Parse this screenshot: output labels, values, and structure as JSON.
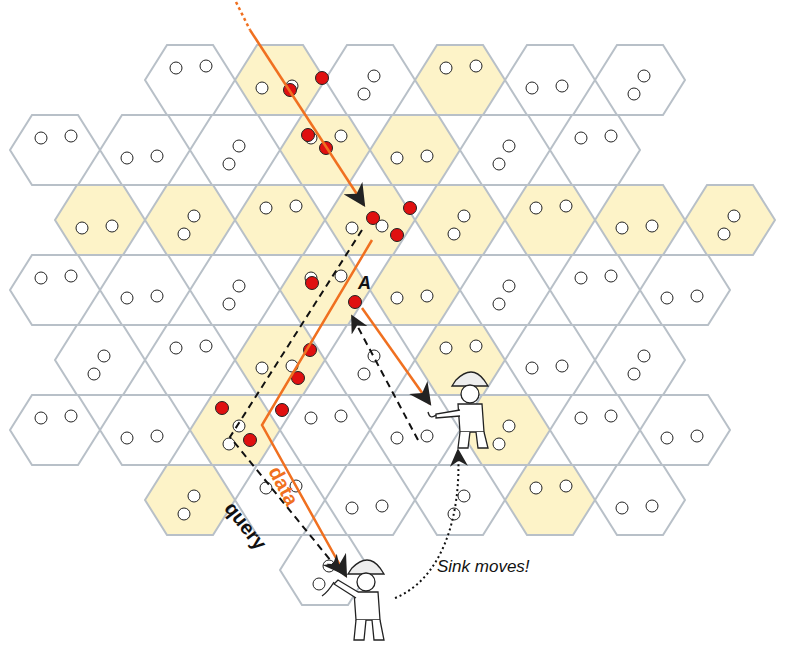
{
  "diagram": {
    "labels": [
      "A",
      "data",
      "query",
      "Sink moves!"
    ]
  }
}
